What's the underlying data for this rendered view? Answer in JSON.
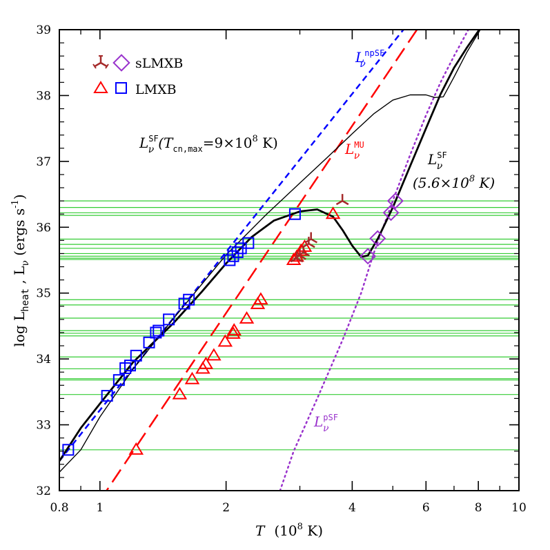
{
  "chart_data": {
    "type": "scatter",
    "xlabel_prefix": "T",
    "xlabel_rest": "(10",
    "xlabel_exp": "8",
    "xlabel_unit": " K)",
    "ylabel": "log L",
    "ylabel_sub": "heat",
    "ylabel_mid": " , L",
    "ylabel_sub2": "ν",
    "ylabel_unit": " (ergs s",
    "ylabel_unit_exp": "-1",
    "ylabel_unit_end": ")",
    "x_scale": "log",
    "xlim": [
      0.8,
      10
    ],
    "ylim": [
      32,
      39
    ],
    "x_ticks": [
      0.8,
      1,
      2,
      4,
      6,
      8,
      10
    ],
    "x_tick_labels": [
      "0.8",
      "1",
      "2",
      "4",
      "6",
      "8",
      "10"
    ],
    "y_ticks": [
      32,
      33,
      34,
      35,
      36,
      37,
      38,
      39
    ],
    "y_tick_labels": [
      "32",
      "33",
      "34",
      "35",
      "36",
      "37",
      "38",
      "39"
    ],
    "legend": [
      {
        "label": "sLMXB",
        "markers": [
          "tripod",
          "diamond"
        ],
        "colors": [
          "#a52a2a",
          "#9932cc"
        ]
      },
      {
        "label": "LMXB",
        "markers": [
          "triangle",
          "square"
        ],
        "colors": [
          "#ff0000",
          "#0000ff"
        ]
      }
    ],
    "annotations": [
      {
        "id": "npsf",
        "main": "L",
        "sub": "ν",
        "sup": "npSF",
        "color": "#0000ff"
      },
      {
        "id": "mu",
        "main": "L",
        "sub": "ν",
        "sup": "MU",
        "color": "#ff0000"
      },
      {
        "id": "psf",
        "main": "L",
        "sub": "ν",
        "sup": "pSF",
        "color": "#9932cc"
      },
      {
        "id": "sf9",
        "main": "L",
        "sub": "ν",
        "sup": "SF",
        "paren": "(T",
        "paren_sub": "cn,max",
        "paren_rest": "=9×10",
        "paren_exp": "8",
        "paren_end": " K)",
        "color": "#000000"
      },
      {
        "id": "sf56",
        "main": "L",
        "sub": "ν",
        "sup": "SF",
        "line2": "(5.6×10",
        "line2_exp": "8",
        "line2_end": " K)",
        "color": "#000000"
      }
    ],
    "horizontal_lines": {
      "color": "#33cc33",
      "y": [
        36.4,
        36.3,
        36.22,
        36.18,
        35.82,
        35.74,
        35.68,
        35.6,
        35.56,
        35.53,
        35.51,
        34.9,
        34.82,
        34.62,
        34.43,
        34.39,
        34.35,
        34.03,
        33.85,
        33.7,
        33.68,
        33.46,
        32.62
      ]
    },
    "series": [
      {
        "name": "LMXB",
        "marker": "square",
        "color": "#0000ff",
        "points": [
          [
            0.84,
            32.62
          ],
          [
            1.04,
            33.44
          ],
          [
            1.11,
            33.68
          ],
          [
            1.15,
            33.86
          ],
          [
            1.18,
            33.9
          ],
          [
            1.22,
            34.05
          ],
          [
            1.31,
            34.25
          ],
          [
            1.36,
            34.4
          ],
          [
            1.38,
            34.43
          ],
          [
            1.46,
            34.6
          ],
          [
            1.59,
            34.84
          ],
          [
            1.63,
            34.9
          ],
          [
            2.04,
            35.5
          ],
          [
            2.08,
            35.56
          ],
          [
            2.13,
            35.62
          ],
          [
            2.17,
            35.68
          ],
          [
            2.26,
            35.76
          ],
          [
            2.92,
            36.2
          ]
        ]
      },
      {
        "name": "LMXB",
        "marker": "triangle",
        "color": "#ff0000",
        "points": [
          [
            1.22,
            32.62
          ],
          [
            1.55,
            33.46
          ],
          [
            1.66,
            33.69
          ],
          [
            1.76,
            33.85
          ],
          [
            1.79,
            33.92
          ],
          [
            1.87,
            34.05
          ],
          [
            1.99,
            34.26
          ],
          [
            2.08,
            34.38
          ],
          [
            2.09,
            34.43
          ],
          [
            2.24,
            34.61
          ],
          [
            2.38,
            34.83
          ],
          [
            2.42,
            34.9
          ],
          [
            2.9,
            35.5
          ],
          [
            2.95,
            35.55
          ],
          [
            3.02,
            35.64
          ],
          [
            3.08,
            35.7
          ],
          [
            3.6,
            36.2
          ]
        ]
      },
      {
        "name": "sLMXB",
        "marker": "tripod",
        "color": "#a52a2a",
        "points": [
          [
            2.95,
            35.53
          ],
          [
            3.0,
            35.57
          ],
          [
            3.06,
            35.62
          ],
          [
            3.15,
            35.75
          ],
          [
            3.19,
            35.82
          ],
          [
            3.79,
            36.4
          ]
        ]
      },
      {
        "name": "sLMXB",
        "marker": "diamond",
        "color": "#9932cc",
        "points": [
          [
            4.36,
            35.56
          ],
          [
            4.6,
            35.83
          ],
          [
            4.95,
            36.22
          ],
          [
            5.07,
            36.4
          ]
        ]
      }
    ],
    "curves": [
      {
        "id": "npSF",
        "style": "dashed",
        "color": "#0000ff",
        "width": 2.5,
        "points": [
          [
            0.8,
            32.45
          ],
          [
            10,
            41.2
          ]
        ]
      },
      {
        "id": "MU",
        "style": "longdash",
        "color": "#ff0000",
        "width": 2.5,
        "points": [
          [
            1.0,
            31.85
          ],
          [
            10,
            41.3
          ]
        ]
      },
      {
        "id": "pSF",
        "style": "dotted",
        "color": "#9932cc",
        "width": 2.5,
        "points": [
          [
            2.69,
            32.0
          ],
          [
            2.9,
            32.6
          ],
          [
            3.3,
            33.4
          ],
          [
            3.8,
            34.3
          ],
          [
            4.2,
            35.0
          ],
          [
            4.5,
            35.6
          ],
          [
            5.0,
            36.4
          ],
          [
            5.5,
            37.1
          ],
          [
            6.0,
            37.7
          ],
          [
            6.5,
            38.2
          ],
          [
            7.0,
            38.6
          ],
          [
            7.5,
            38.95
          ],
          [
            8.0,
            39.3
          ]
        ]
      },
      {
        "id": "SF_thin",
        "style": "solid",
        "color": "#000000",
        "width": 1.4,
        "points": [
          [
            0.8,
            32.28
          ],
          [
            0.9,
            32.62
          ],
          [
            1.0,
            33.12
          ],
          [
            1.2,
            33.85
          ],
          [
            1.5,
            34.62
          ],
          [
            2.0,
            35.58
          ],
          [
            2.5,
            36.2
          ],
          [
            3.0,
            36.67
          ],
          [
            3.5,
            37.07
          ],
          [
            4.0,
            37.42
          ],
          [
            4.5,
            37.72
          ],
          [
            5.0,
            37.93
          ],
          [
            5.5,
            38.01
          ],
          [
            6.0,
            38.01
          ],
          [
            6.3,
            37.97
          ],
          [
            6.6,
            37.98
          ],
          [
            7.0,
            38.28
          ],
          [
            7.5,
            38.65
          ],
          [
            8.0,
            38.95
          ],
          [
            8.5,
            39.25
          ]
        ]
      },
      {
        "id": "SF_thick",
        "style": "solid",
        "color": "#000000",
        "width": 2.8,
        "points": [
          [
            0.8,
            32.45
          ],
          [
            0.9,
            32.95
          ],
          [
            1.0,
            33.32
          ],
          [
            1.2,
            33.95
          ],
          [
            1.5,
            34.55
          ],
          [
            1.75,
            35.02
          ],
          [
            2.0,
            35.45
          ],
          [
            2.3,
            35.85
          ],
          [
            2.6,
            36.1
          ],
          [
            3.0,
            36.24
          ],
          [
            3.3,
            36.27
          ],
          [
            3.6,
            36.16
          ],
          [
            3.8,
            35.95
          ],
          [
            4.0,
            35.72
          ],
          [
            4.2,
            35.55
          ],
          [
            4.36,
            35.57
          ],
          [
            4.6,
            35.82
          ],
          [
            5.0,
            36.3
          ],
          [
            5.5,
            36.93
          ],
          [
            6.0,
            37.5
          ],
          [
            6.5,
            38.02
          ],
          [
            7.0,
            38.42
          ],
          [
            7.5,
            38.72
          ],
          [
            8.0,
            38.98
          ],
          [
            8.5,
            39.2
          ]
        ]
      }
    ]
  }
}
